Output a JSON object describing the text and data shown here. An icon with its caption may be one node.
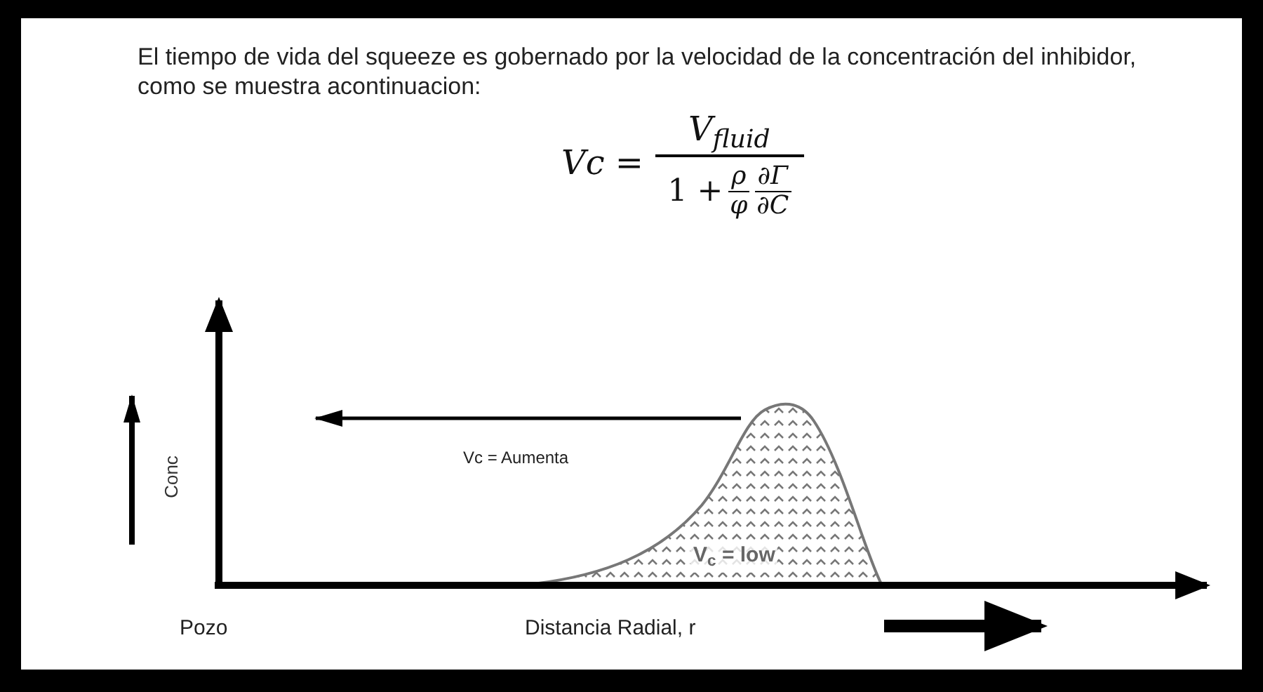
{
  "diagram": {
    "title": "El tiempo de vida del squeeze es gobernado por la velocidad de la concentración del inhibidor, como se muestra acontinuacion:",
    "labels": [
      "Vc =",
      "V$_{fluid}$",
      "1 +",
      "ρ",
      "φ",
      "∂Γ",
      "∂C",
      "Vc = Aumenta",
      "Conc",
      "V$_{c}$ = low",
      "Pozo",
      "Distancia Radial, r"
    ]
  }
}
